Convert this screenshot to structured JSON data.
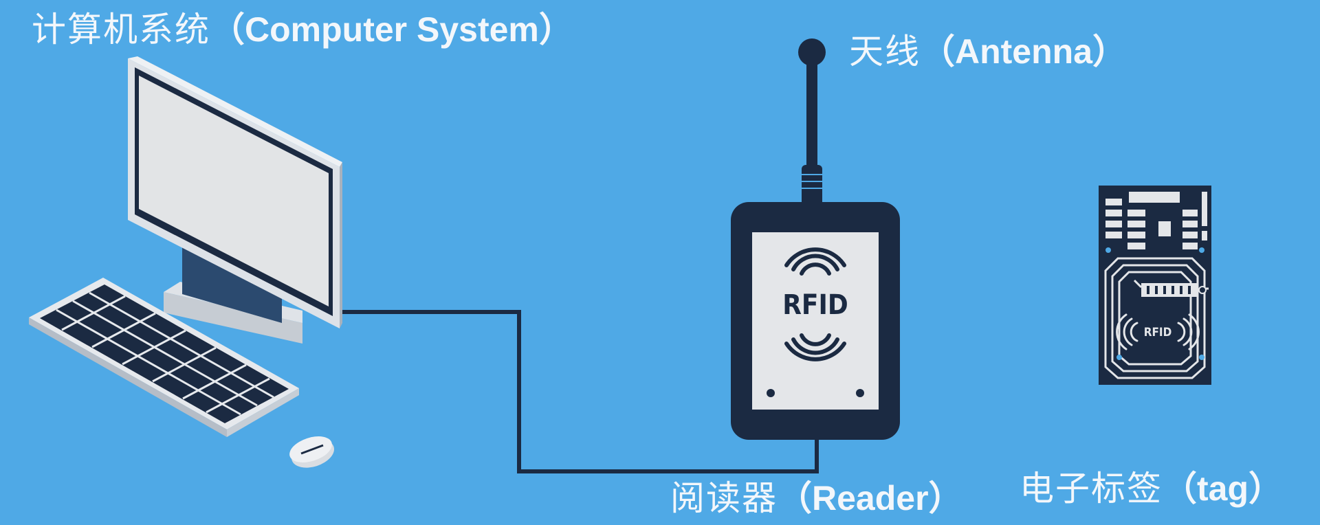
{
  "labels": {
    "computer": {
      "zh": "计算机系统",
      "en": "（Computer System）"
    },
    "antenna": {
      "zh": "天线",
      "en": "（Antenna）"
    },
    "reader": {
      "zh": "阅读器",
      "en": "（Reader）"
    },
    "tag": {
      "zh": "电子标签",
      "en": "（tag）"
    }
  },
  "reader_screen_text": "RFID",
  "tag_chip_text": "RFID",
  "colors": {
    "background": "#4fa9e6",
    "device_dark": "#1b2a42",
    "screen_light": "#e4e6e9",
    "label_text": "#f3f7fb"
  },
  "icons": [
    "computer-monitor-icon",
    "keyboard-icon",
    "mouse-icon",
    "antenna-icon",
    "rfid-reader-icon",
    "rfid-tag-icon",
    "wireless-waves-icon"
  ]
}
